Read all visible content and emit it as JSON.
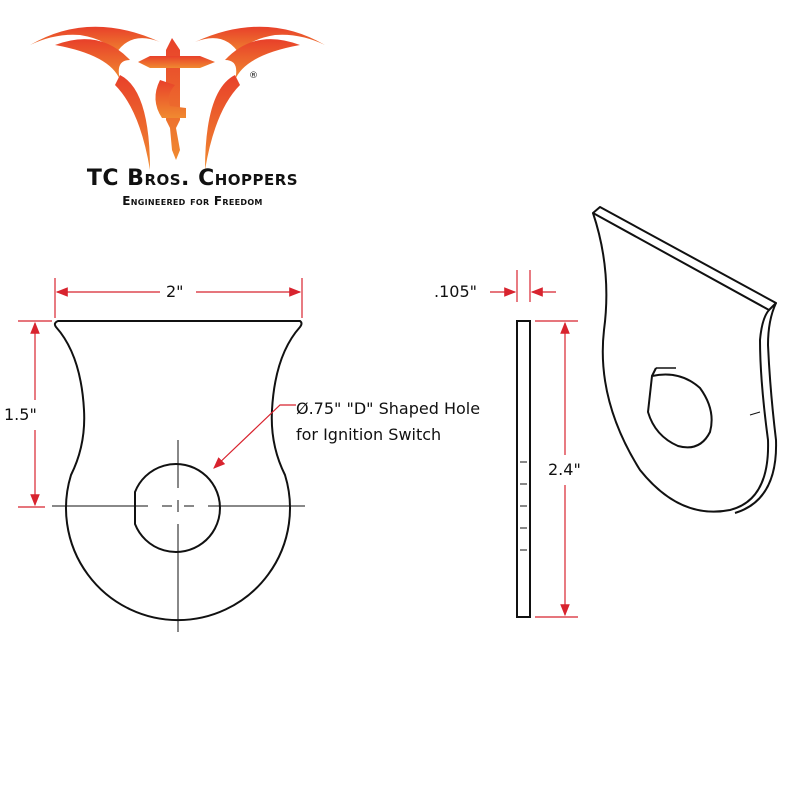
{
  "logo": {
    "brand": "TC Bros. Choppers",
    "tagline": "Engineered for Freedom",
    "registered_mark": "®",
    "color": "#e8552a"
  },
  "dimensions": {
    "width": "2\"",
    "height": "1.5\"",
    "thickness": ".105\"",
    "overall_length": "2.4\""
  },
  "callout": {
    "line1": "Ø.75\" \"D\" Shaped Hole",
    "line2": "for Ignition Switch"
  },
  "colors": {
    "dimension": "#d8232e",
    "outline": "#111111"
  }
}
